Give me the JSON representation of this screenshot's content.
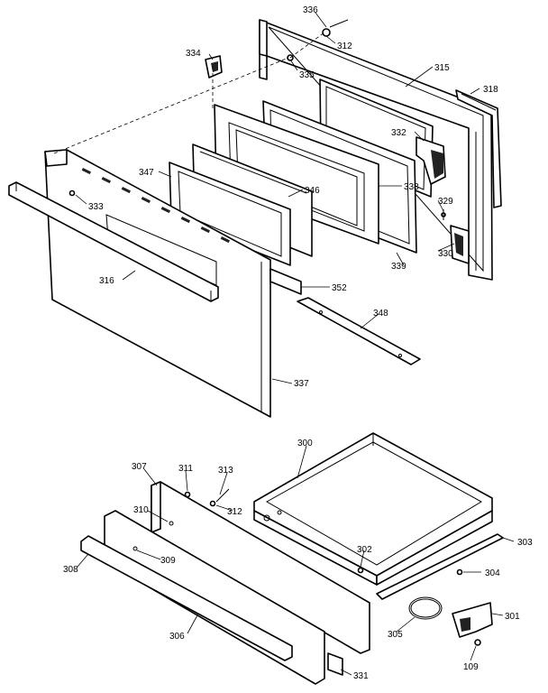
{
  "callouts": {
    "c336": "336",
    "c312a": "312",
    "c334": "334",
    "c335": "335",
    "c315": "315",
    "c318": "318",
    "c332": "332",
    "c347": "347",
    "c346": "346",
    "c338": "338",
    "c333": "333",
    "c329": "329",
    "c330": "330",
    "c339": "339",
    "c316": "316",
    "c352": "352",
    "c348": "348",
    "c337": "337",
    "c300": "300",
    "c307": "307",
    "c311": "311",
    "c313": "313",
    "c312b": "312",
    "c310": "310",
    "c302": "302",
    "c303": "303",
    "c308": "308",
    "c309": "309",
    "c304": "304",
    "c301": "301",
    "c305": "305",
    "c306": "306",
    "c331": "331",
    "c109": "109"
  }
}
